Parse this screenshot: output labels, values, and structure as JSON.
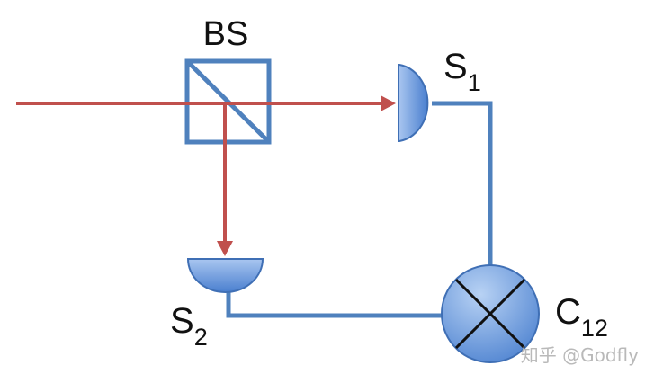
{
  "labels": {
    "beam_splitter": "BS",
    "detector_1_main": "S",
    "detector_1_sub": "1",
    "detector_2_main": "S",
    "detector_2_sub": "2",
    "correlator_main": "C",
    "correlator_sub": "12"
  },
  "watermark": "知乎 @Godfly",
  "colors": {
    "beam": "#c0504d",
    "wire": "#4f81bd",
    "component_fill": "#6e9de0",
    "component_fill_light": "#a9c6f0",
    "outline": "#3f6fb5",
    "text": "#111111"
  }
}
